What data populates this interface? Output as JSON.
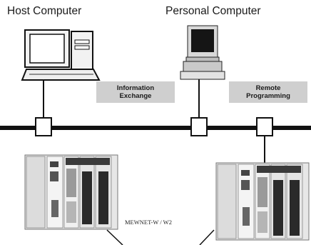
{
  "nodes": {
    "host_computer": "Host Computer",
    "personal_computer": "Personal Computer"
  },
  "labels": {
    "information_exchange": [
      "Information",
      "Exchange"
    ],
    "remote_programming": [
      "Remote",
      "Programming"
    ],
    "network": "MEWNET-W / W2"
  },
  "colors": {
    "bus": "#111111",
    "label_fill": "#cfcfcf",
    "plc_body": "#e8e8e8",
    "plc_module_dark": "#2a2a2a"
  },
  "icons": [
    "desktop-computer-icon",
    "workstation-computer-icon",
    "plc-rack-icon",
    "plc-rack-icon"
  ]
}
